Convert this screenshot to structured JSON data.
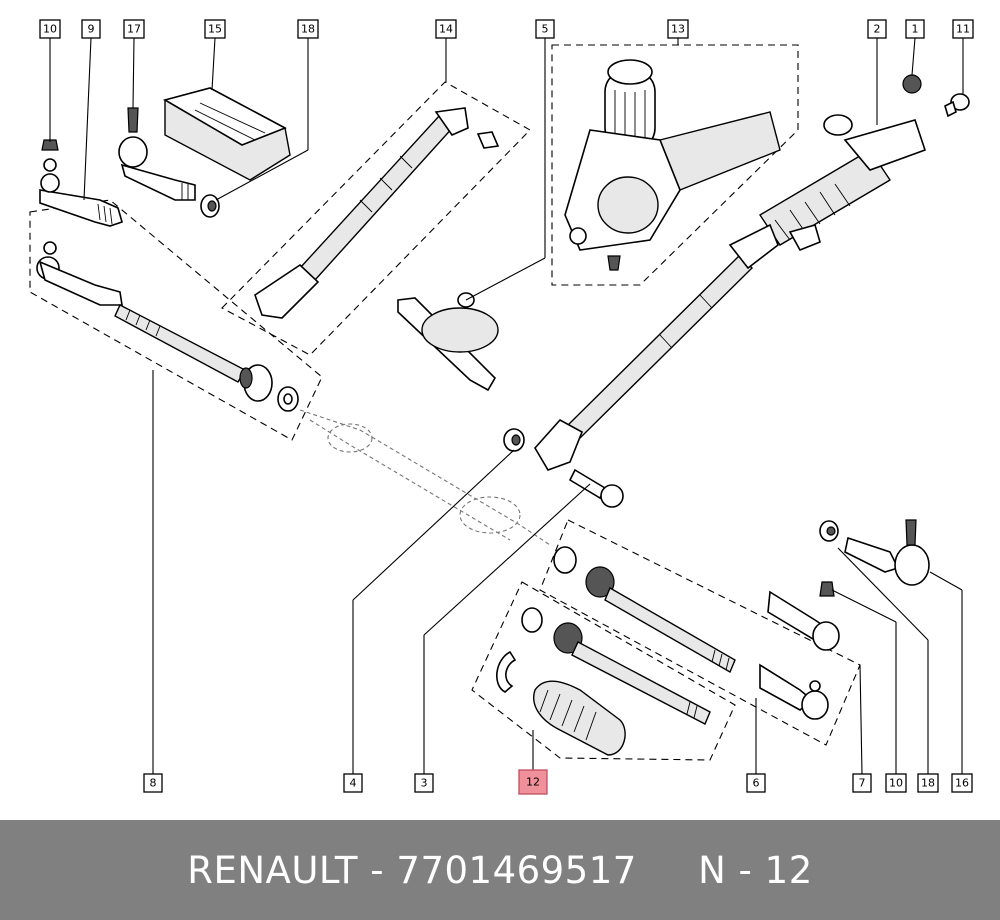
{
  "diagram": {
    "callouts": [
      {
        "id": "10",
        "highlight": false
      },
      {
        "id": "9",
        "highlight": false
      },
      {
        "id": "17",
        "highlight": false
      },
      {
        "id": "15",
        "highlight": false
      },
      {
        "id": "18",
        "highlight": false
      },
      {
        "id": "14",
        "highlight": false
      },
      {
        "id": "5",
        "highlight": false
      },
      {
        "id": "13",
        "highlight": false
      },
      {
        "id": "2",
        "highlight": false
      },
      {
        "id": "1",
        "highlight": false
      },
      {
        "id": "11",
        "highlight": false
      },
      {
        "id": "8",
        "highlight": false
      },
      {
        "id": "4",
        "highlight": false
      },
      {
        "id": "3",
        "highlight": false
      },
      {
        "id": "12",
        "highlight": true
      },
      {
        "id": "6",
        "highlight": false
      },
      {
        "id": "7",
        "highlight": false
      },
      {
        "id": "10",
        "highlight": false
      },
      {
        "id": "18",
        "highlight": false
      },
      {
        "id": "16",
        "highlight": false
      }
    ],
    "highlight_color": "#f0909a"
  },
  "footer": {
    "text": "RENAULT - 7701469517     N - 12",
    "background": "#808080",
    "text_color": "#ffffff"
  }
}
